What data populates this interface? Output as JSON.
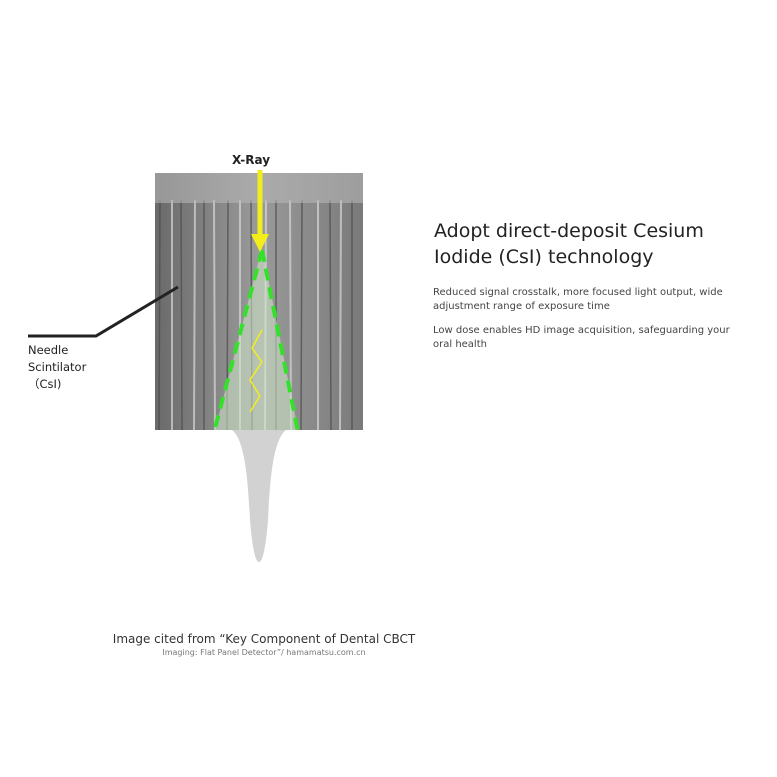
{
  "diagram": {
    "xray_label": "X-Ray",
    "needle_label_lines": [
      "Needle",
      "Scintilator",
      "（CsI)"
    ],
    "colors": {
      "xray_arrow": "#f2ee1a",
      "cone_outline": "#33e02a",
      "pointer_line": "#222222"
    }
  },
  "content": {
    "title": "Adopt direct-deposit Cesium Iodide (CsI) technology",
    "descriptions": [
      "Reduced signal crosstalk, more focused light output, wide adjustment range of exposure time",
      "Low dose enables HD image acquisition, safeguarding your oral health"
    ]
  },
  "caption": {
    "line1": "Image cited from “Key Component of Dental CBCT",
    "line2": "Imaging: Flat Panel Detector”/ hamamatsu.com.cn"
  }
}
